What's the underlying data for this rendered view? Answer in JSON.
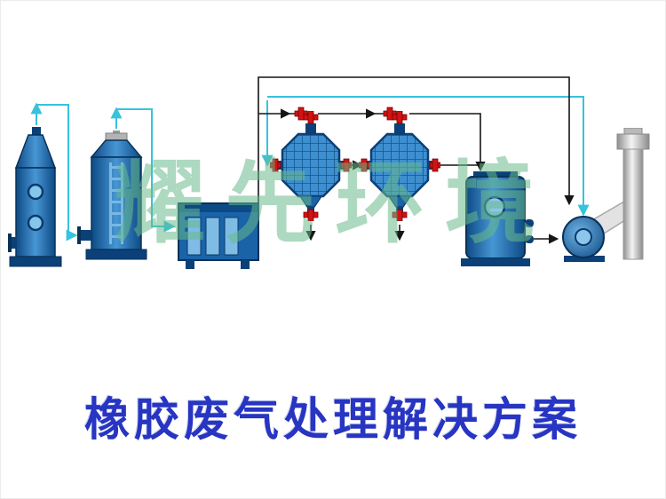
{
  "page": {
    "background": "#ffffff",
    "frame_color": "#ebebeb"
  },
  "watermark": {
    "text": "耀先环境",
    "color": "#68ba8a"
  },
  "title": {
    "text": "橡胶废气处理解决方案",
    "color": "#2735c2"
  },
  "colors": {
    "equipment_blue": "#1a63a8",
    "equipment_blue_dark": "#0b4178",
    "equipment_blue_light": "#85c6ea",
    "grid_cell_blue": "#3e8fd0",
    "pipe_cyan": "#35c3de",
    "pipe_black": "#151515",
    "valve_red": "#d01313",
    "chimney_gray": "#d8d8d8"
  },
  "equipment": [
    "spray-tower",
    "packed-tower",
    "uv-photolysis-unit",
    "adsorption-drum-1",
    "adsorption-drum-2",
    "dust-collector",
    "centrifugal-fan",
    "exhaust-chimney"
  ]
}
